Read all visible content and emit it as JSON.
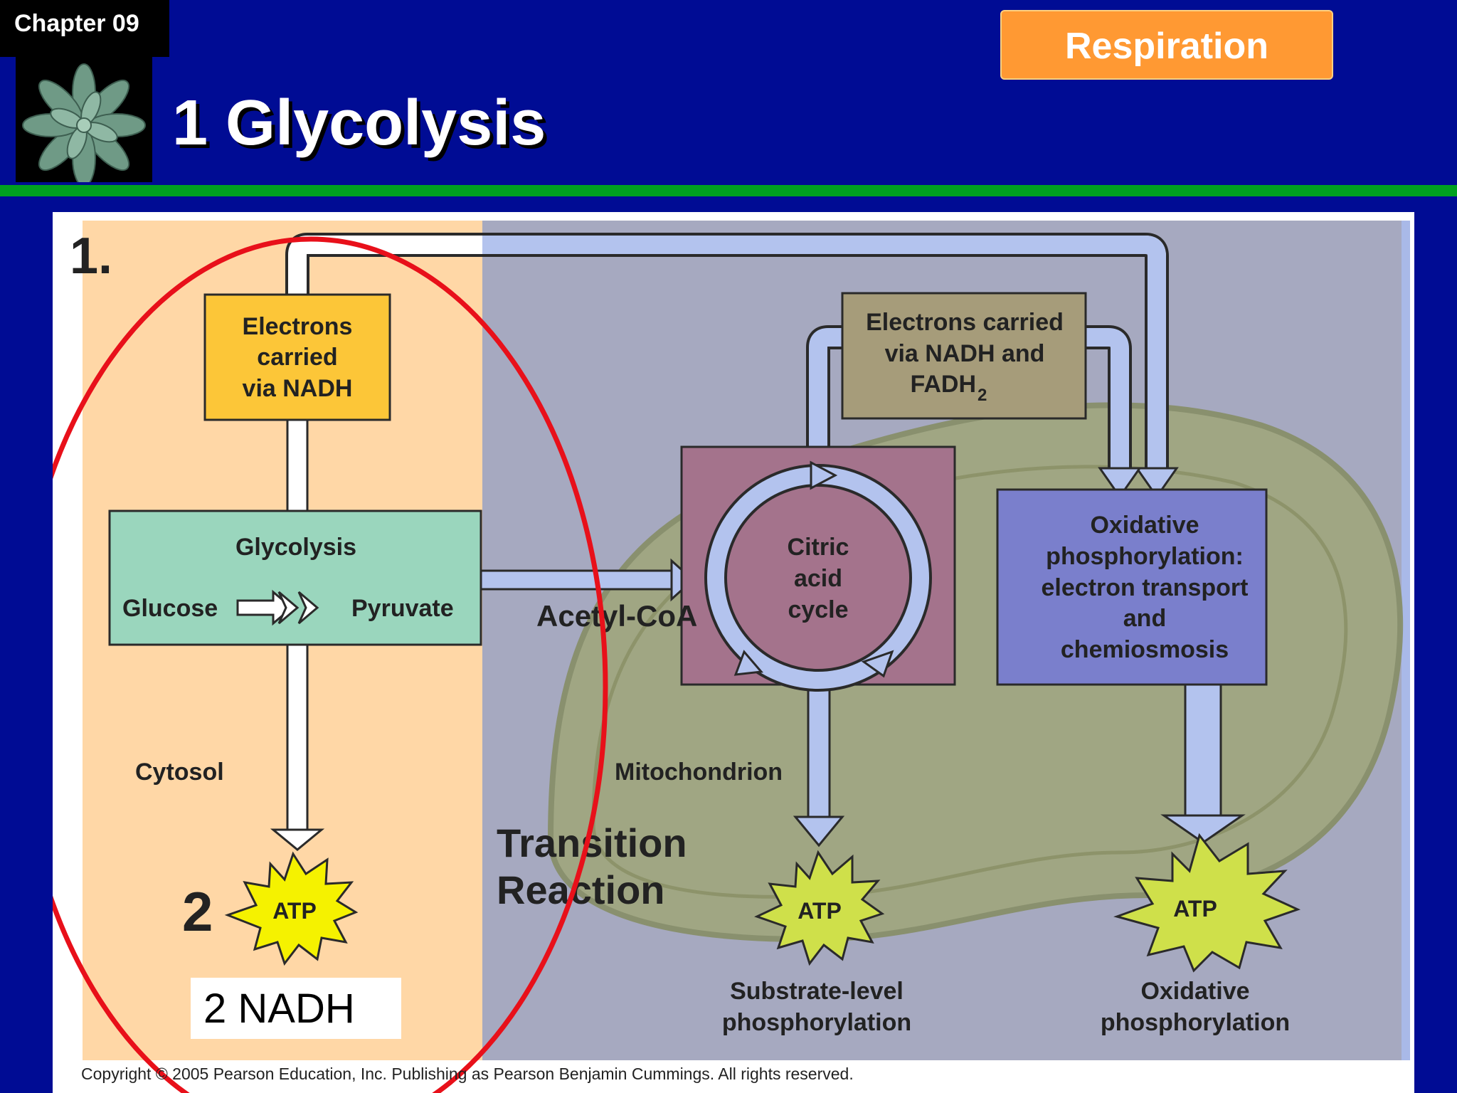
{
  "header": {
    "chapter": "Chapter 09",
    "title": "1 Glycolysis",
    "topic": "Respiration"
  },
  "diagram": {
    "step_number": "1.",
    "electrons_nadh": [
      "Electrons",
      "carried",
      "via NADH"
    ],
    "electrons_nadh_fadh": [
      "Electrons carried",
      "via NADH and",
      "FADH",
      "2"
    ],
    "glycolysis": "Glycolysis",
    "glucose": "Glucose",
    "pyruvate": "Pyruvate",
    "acetyl_coa": "Acetyl-CoA",
    "citric_acid_cycle": [
      "Citric",
      "acid",
      "cycle"
    ],
    "oxidative_phosphorylation_box": [
      "Oxidative",
      "phosphorylation:",
      "electron transport",
      "and",
      "chemiosmosis"
    ],
    "cytosol": "Cytosol",
    "mitochondrion": "Mitochondrion",
    "transition_reaction": [
      "Transition",
      "Reaction"
    ],
    "atp": "ATP",
    "atp_count": "2",
    "substrate_level": [
      "Substrate-level",
      "phosphorylation"
    ],
    "oxidative_phosphorylation_label": [
      "Oxidative",
      "phosphorylation"
    ],
    "nadh_note": "2 NADH",
    "copyright": "Copyright © 2005 Pearson Education, Inc. Publishing as Pearson Benjamin Cummings. All rights reserved."
  },
  "colors": {
    "background": "#000c94",
    "banner": "#ff9933",
    "rule": "#00a020",
    "highlight_ellipse": "#e8101a"
  }
}
